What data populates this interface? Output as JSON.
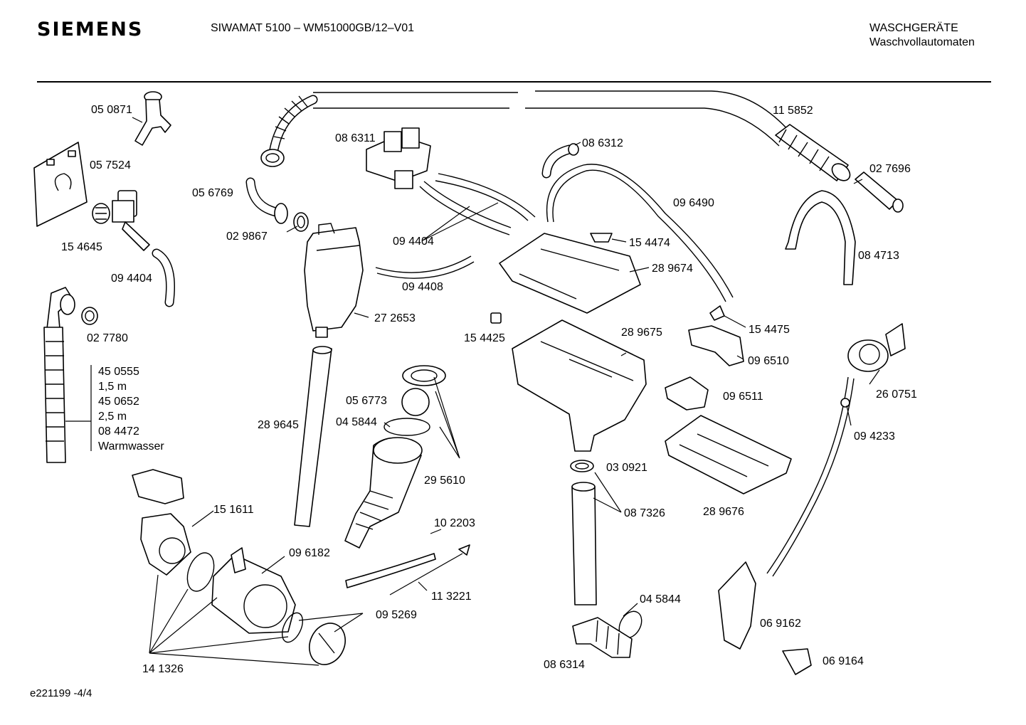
{
  "header": {
    "brand": "SIEMENS",
    "model": "SIWAMAT 5100 – WM51000GB/12–V01",
    "category": "WASCHGERÄTE",
    "subcategory": "Waschvollautomaten"
  },
  "footer": {
    "code": "e221199 -4/4"
  },
  "labels": {
    "p050871": "05 0871",
    "p057524": "05 7524",
    "p154645": "15 4645",
    "p094404a": "09 4404",
    "p027780": "02 7780",
    "p056769": "05 6769",
    "p029867": "02 9867",
    "p086311": "08 6311",
    "p094404b": "09 4404",
    "p094408": "09 4408",
    "p272653": "27 2653",
    "p289645": "28 9645",
    "p056773": "05 6773",
    "p045844a": "04 5844",
    "p295610": "29 5610",
    "p151611": "15 1611",
    "p096182": "09 6182",
    "p095269": "09 5269",
    "p141326": "14 1326",
    "p102203": "10 2203",
    "p113221": "11 3221",
    "p086312": "08 6312",
    "p096490": "09 6490",
    "p154474": "15 4474",
    "p289674": "28 9674",
    "p154425": "15 4425",
    "p289675": "28 9675",
    "p030921": "03 0921",
    "p087326": "08 7326",
    "p045844b": "04 5844",
    "p086314": "08 6314",
    "p154475": "15 4475",
    "p096510": "09 6510",
    "p096511": "09 6511",
    "p289676": "28 9676",
    "p115852": "11 5852",
    "p027696": "02 7696",
    "p084713": "08 4713",
    "p260751": "26 0751",
    "p094233": "09 4233",
    "p069162": "06 9162",
    "p069164": "06 9164"
  },
  "drain_hose_options": [
    "45 0555",
    "1,5 m",
    "45 0652",
    "2,5 m",
    "08 4472",
    "Warmwasser"
  ]
}
